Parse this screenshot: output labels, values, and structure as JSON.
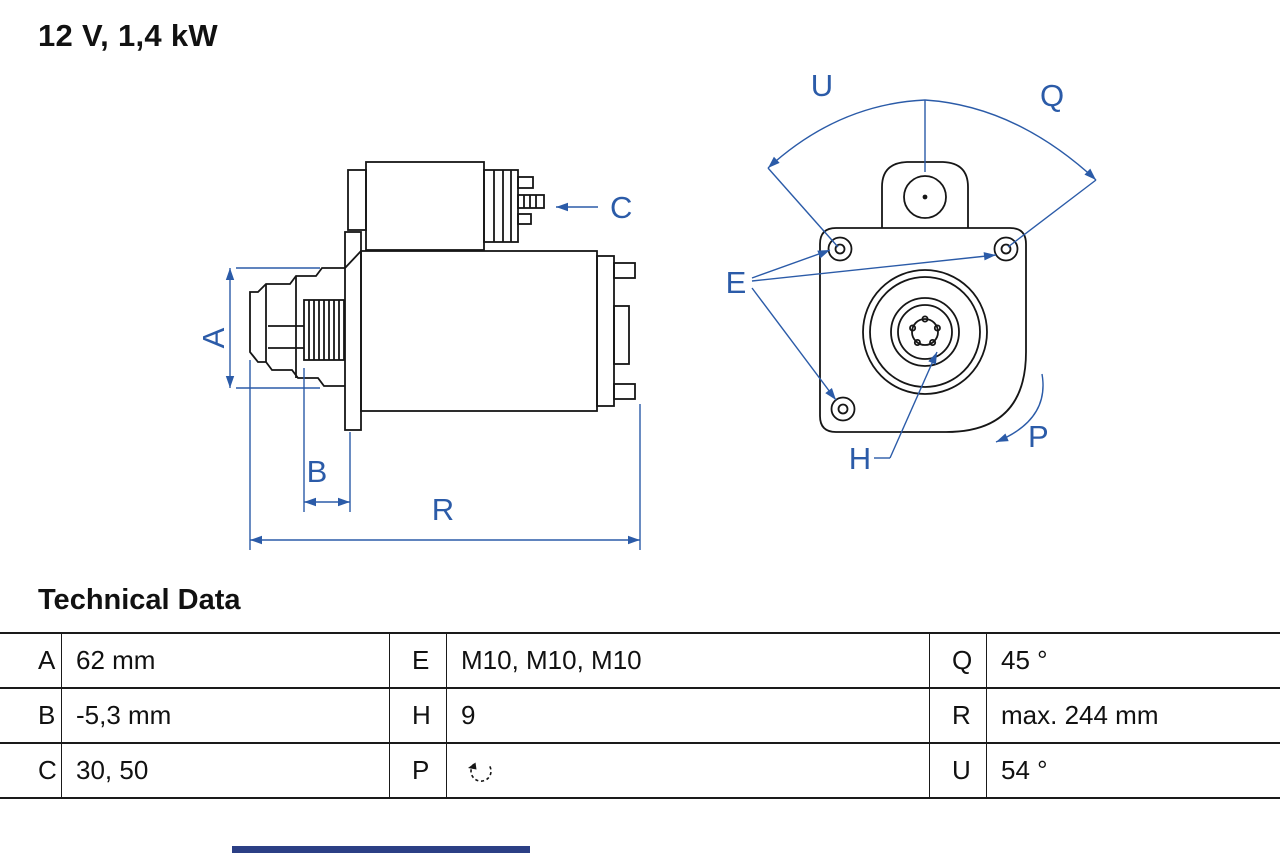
{
  "title": "12 V, 1,4 kW",
  "section_heading": "Technical Data",
  "colors": {
    "dimension_blue": "#2b5ba8",
    "line_black": "#161616",
    "table_border": "#1a1a1a",
    "bottom_bar_blue": "#2b3f85"
  },
  "diagram": {
    "labels": {
      "A": "A",
      "B": "B",
      "C": "C",
      "R": "R",
      "U": "U",
      "Q": "Q",
      "E": "E",
      "H": "H",
      "P": "P"
    }
  },
  "table": {
    "rows": [
      {
        "cells": [
          {
            "label": "A",
            "value": "62 mm"
          },
          {
            "label": "E",
            "value": "M10, M10, M10"
          },
          {
            "label": "Q",
            "value": "45 °"
          }
        ]
      },
      {
        "cells": [
          {
            "label": "B",
            "value": "-5,3 mm"
          },
          {
            "label": "H",
            "value": "9"
          },
          {
            "label": "R",
            "value": "max. 244 mm"
          }
        ]
      },
      {
        "cells": [
          {
            "label": "C",
            "value": "30, 50"
          },
          {
            "label": "P",
            "value": "",
            "icon": "rotation-ccw-icon"
          },
          {
            "label": "U",
            "value": "54 °"
          }
        ]
      }
    ]
  }
}
